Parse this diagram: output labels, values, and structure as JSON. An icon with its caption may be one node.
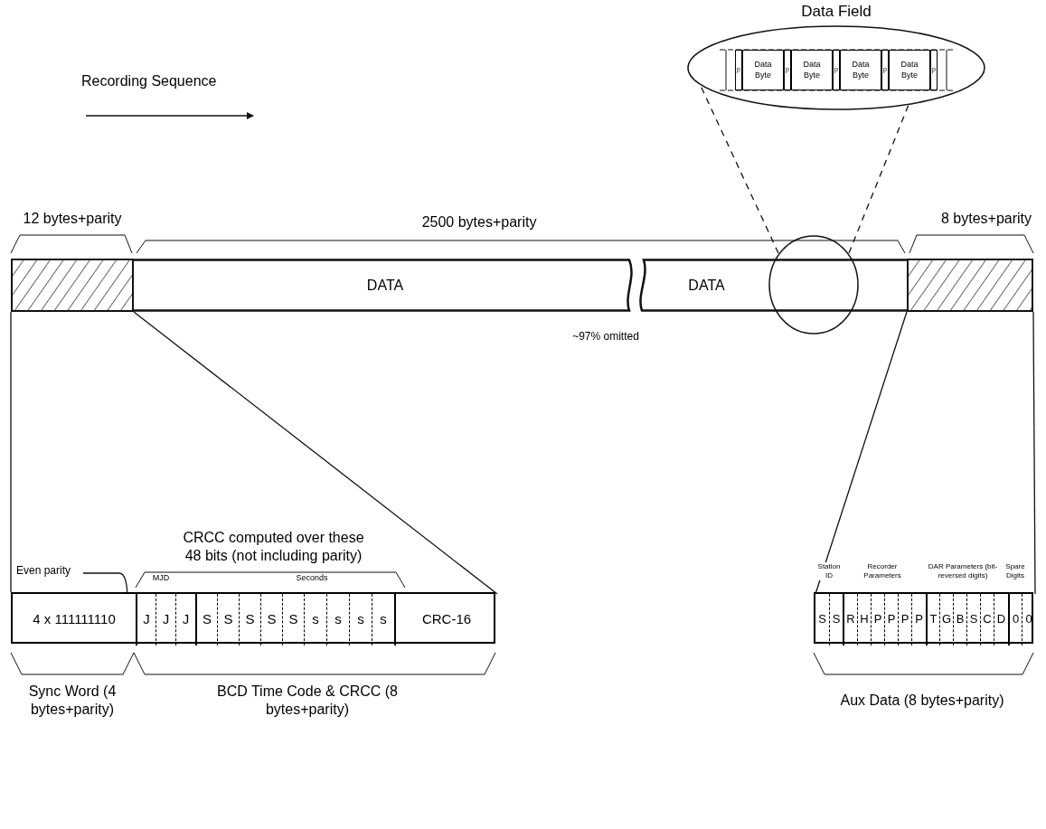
{
  "diagram": {
    "nodes": [
      {
        "text": [
          "Data Field"
        ]
      },
      {
        "text": [
          "p"
        ],
        "in": 0
      },
      {
        "text": [
          "Data Byte"
        ],
        "in": 0
      },
      {
        "text": [
          "p"
        ],
        "in": 0
      },
      {
        "text": [
          "Data Byte"
        ],
        "in": 0
      },
      {
        "text": [
          "p"
        ],
        "in": 0
      },
      {
        "text": [
          "Data Byte"
        ],
        "in": 0
      },
      {
        "text": [
          "p"
        ],
        "in": 0
      },
      {
        "text": [
          "Data Byte"
        ],
        "in": 0
      },
      {
        "text": [
          "p"
        ],
        "in": 0
      },
      {
        "text": [],
        "shape": "box"
      },
      {
        "text": [
          "DATA"
        ]
      },
      {
        "text": [
          "DATA"
        ]
      },
      {
        "text": [],
        "shape": "circle"
      },
      {
        "text": [],
        "shape": "box"
      },
      {
        "text": [
          "Even parity"
        ]
      },
      {
        "text": [],
        "shape": "box"
      },
      {
        "text": [
          "4 x 111111110"
        ],
        "in": 16
      },
      {
        "text": [
          "J"
        ],
        "in": 16
      },
      {
        "text": [
          "J"
        ],
        "in": 16
      },
      {
        "text": [
          "J"
        ],
        "in": 16
      },
      {
        "text": [
          "S"
        ],
        "in": 16
      },
      {
        "text": [
          "S"
        ],
        "in": 16
      },
      {
        "text": [
          "S"
        ],
        "in": 16
      },
      {
        "text": [
          "S"
        ],
        "in": 16
      },
      {
        "text": [
          "S"
        ],
        "in": 16
      },
      {
        "text": [
          "s"
        ],
        "in": 16
      },
      {
        "text": [
          "s"
        ],
        "in": 16
      },
      {
        "text": [
          "s"
        ],
        "in": 16
      },
      {
        "text": [
          "s"
        ],
        "in": 16
      },
      {
        "text": [
          "CRC-16"
        ],
        "in": 16
      },
      {
        "text": [],
        "shape": "box"
      },
      {
        "text": [
          "S"
        ],
        "in": 31
      },
      {
        "text": [
          "S"
        ],
        "in": 31
      },
      {
        "text": [
          "R"
        ],
        "in": 31
      },
      {
        "text": [
          "H"
        ],
        "in": 31
      },
      {
        "text": [
          "P"
        ],
        "in": 31
      },
      {
        "text": [
          "P"
        ],
        "in": 31
      },
      {
        "text": [
          "P"
        ],
        "in": 31
      },
      {
        "text": [
          "P"
        ],
        "in": 31
      },
      {
        "text": [
          "T"
        ],
        "in": 31
      },
      {
        "text": [
          "G"
        ],
        "in": 31
      },
      {
        "text": [
          "B"
        ],
        "in": 31
      },
      {
        "text": [
          "S"
        ],
        "in": 31
      },
      {
        "text": [
          "C"
        ],
        "in": 31
      },
      {
        "text": [
          "D"
        ],
        "in": 31
      },
      {
        "text": [
          "0"
        ],
        "in": 31
      },
      {
        "text": [
          "0"
        ],
        "in": 31
      }
    ],
    "edges": [
      {
        "from": 13,
        "to": 0,
        "arrow": "none",
        "style": "dashed"
      },
      {
        "from": 13,
        "to": 0,
        "arrow": "none",
        "style": "dashed"
      },
      {
        "from": 10,
        "to": 16,
        "arrow": "none"
      },
      {
        "from": 10,
        "to": 30,
        "arrow": "none"
      },
      {
        "from": 14,
        "to": 32,
        "arrow": "none"
      },
      {
        "from": 14,
        "to": 47,
        "arrow": "none"
      },
      {
        "from": 15,
        "to": 17,
        "arrow": "to"
      }
    ],
    "labels": [
      "Recording Sequence",
      "12 bytes+parity",
      "2500 bytes+parity",
      "8 bytes+parity",
      "~97% omitted",
      "CRCC computed over these 48 bits (not including parity)",
      "MJD",
      "Seconds",
      "Station ID",
      "Recorder Parameters",
      "DAR Parameters (bit-reversed digits)",
      "Spare Digits",
      "Sync Word (4 bytes+parity)",
      "BCD Time Code & CRCC (8 bytes+parity)",
      "Aux Data (8 bytes+parity)"
    ]
  }
}
